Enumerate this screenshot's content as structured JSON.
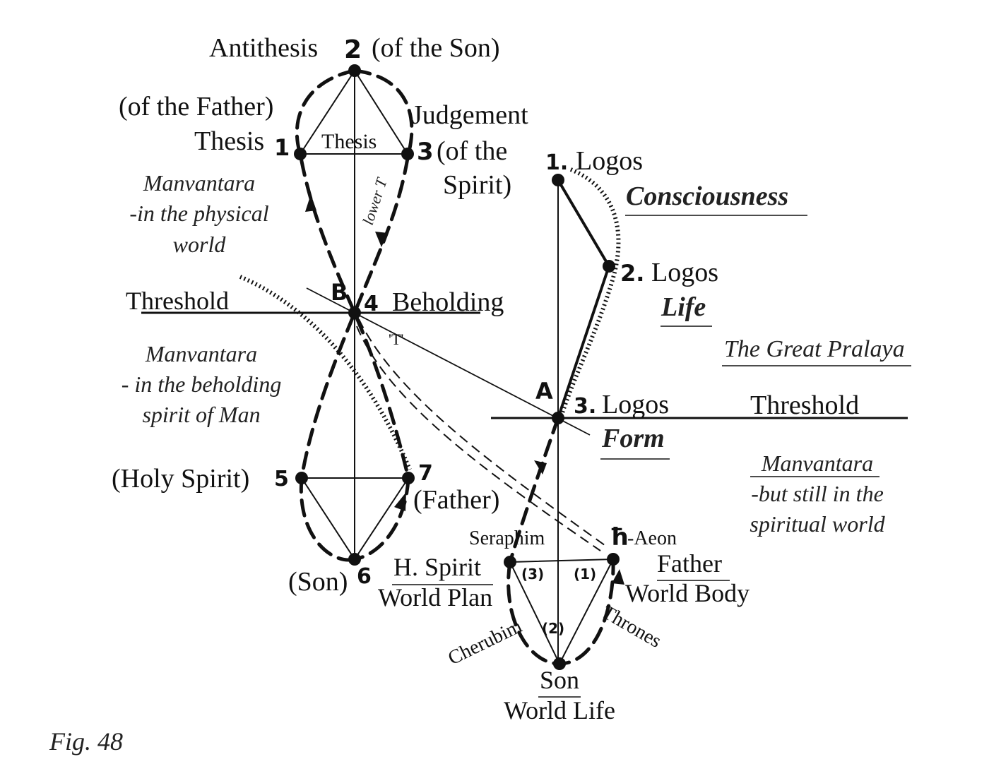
{
  "figure": {
    "caption": "Fig. 48"
  },
  "left_figure": {
    "antithesis": "Antithesis",
    "antithesis_num": "2",
    "of_the_son": "(of the Son)",
    "of_the_father": "(of the Father)",
    "thesis_label": "Thesis",
    "thesis_num": "1",
    "inner_thesis": "Thesis",
    "judgement": "Judgement",
    "judgement_num": "3",
    "of_the": "(of the",
    "spirit": "Spirit)",
    "lower_t": "lower T",
    "b_label": "B",
    "beholding_num": "4",
    "beholding": "Beholding",
    "threshold": "Threshold",
    "t_mark": "'T'",
    "holy_spirit": "(Holy Spirit)",
    "holy_spirit_num": "5",
    "father_num": "7",
    "father": "(Father)",
    "son": "(Son)",
    "son_num": "6",
    "manv_physical": [
      "Manvantara",
      "-in the physical",
      "world"
    ],
    "manv_beholding": [
      "Manvantara",
      "- in the beholding",
      "spirit of Man"
    ]
  },
  "right_figure": {
    "logos1_num": "1.",
    "logos1": "Logos",
    "consciousness": "Consciousness",
    "logos2_num": "2.",
    "logos2": "Logos",
    "life": "Life",
    "great_pralaya": "The Great Pralaya",
    "a_label": "A",
    "logos3_num": "3.",
    "logos3": "Logos",
    "form": "Form",
    "threshold": "Threshold",
    "manv_spiritual": [
      "Manvantara",
      "-but still in the",
      "spiritual world"
    ],
    "seraphim": "Seraphim",
    "saturn_symbol": "ħ",
    "aeon": "-Aeon",
    "h_spirit": "H. Spirit",
    "world_plan": "World Plan",
    "num3": "(3)",
    "num1": "(1)",
    "num2": "(2)",
    "father": "Father",
    "world_body": "World Body",
    "cherubim": "Cherubim",
    "thrones": "Thrones",
    "son": "Son",
    "world_life": "World Life"
  }
}
